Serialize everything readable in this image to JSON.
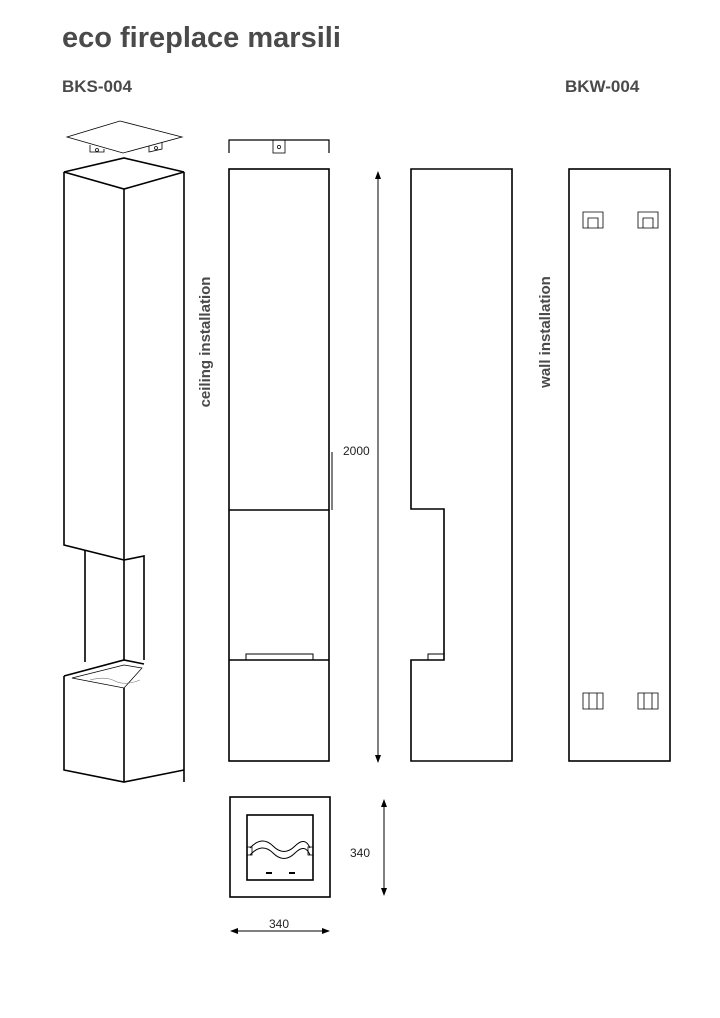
{
  "title": "eco fireplace marsili",
  "models": {
    "left": "BKS-004",
    "right": "BKW-004"
  },
  "labels": {
    "ceiling": "ceiling installation",
    "wall": "wall installation"
  },
  "dimensions": {
    "height": "2000",
    "depth": "340",
    "width": "340"
  }
}
